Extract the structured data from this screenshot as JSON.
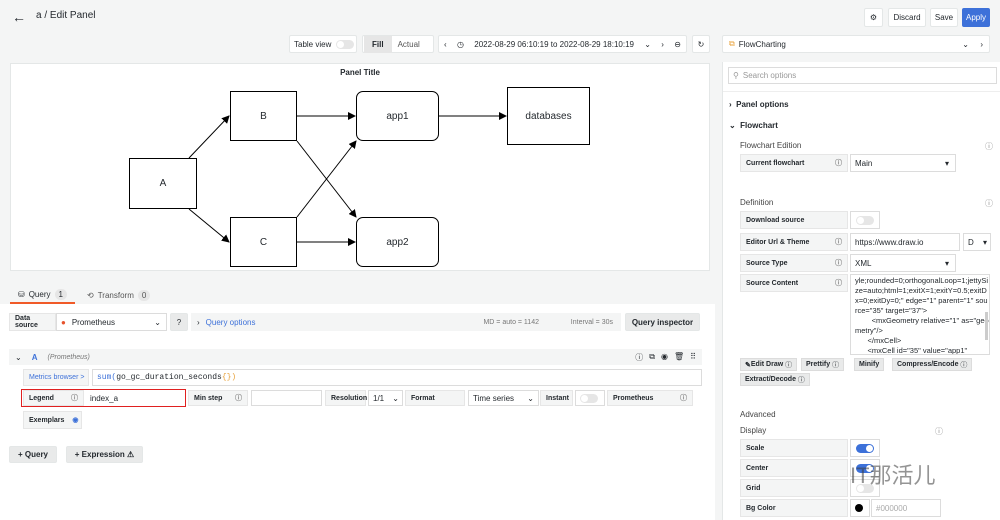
{
  "header": {
    "title": "a / Edit Panel",
    "discard": "Discard",
    "save": "Save",
    "apply": "Apply"
  },
  "toolbar": {
    "table_view": "Table view",
    "fill": "Fill",
    "actual": "Actual",
    "time_range": "2022-08-29 06:10:19 to 2022-08-29 18:10:19",
    "visualization": "FlowCharting"
  },
  "panel": {
    "title": "Panel Title",
    "nodes": {
      "a": "A",
      "b": "B",
      "c": "C",
      "app1": "app1",
      "app2": "app2",
      "databases": "databases"
    }
  },
  "tabs": [
    {
      "label": "Query",
      "count": "1"
    },
    {
      "label": "Transform",
      "count": "0"
    }
  ],
  "query": {
    "data_source_label": "Data source",
    "data_source": "Prometheus",
    "query_options": "Query options",
    "md": "MD = auto = 1142",
    "interval": "Interval = 30s",
    "inspector": "Query inspector",
    "row_label": "A",
    "row_source": "(Prometheus)",
    "metrics_browser": "Metrics browser >",
    "expr_fn": "sum(",
    "expr_metric": "go_gc_duration_seconds",
    "expr_end": "{})",
    "legend_label": "Legend",
    "legend_value": "index_a",
    "min_step": "Min step",
    "resolution": "Resolution",
    "resolution_value": "1/1",
    "format": "Format",
    "format_value": "Time series",
    "instant": "Instant",
    "prometheus": "Prometheus",
    "exemplars": "Exemplars",
    "add_query": "+ Query",
    "add_expression": "+ Expression ⚠"
  },
  "options": {
    "search_placeholder": "Search options",
    "panel_options": "Panel options",
    "flowchart": "Flowchart",
    "edition": "Flowchart Edition",
    "current_flowchart": "Current flowchart",
    "current_value": "Main",
    "definition": "Definition",
    "download_source": "Download source",
    "editor_url": "Editor Url & Theme",
    "editor_url_value": "https://www.draw.io",
    "theme_value": "D",
    "source_type": "Source Type",
    "source_type_value": "XML",
    "source_content": "Source Content",
    "source_text": "yle;rounded=0;orthogonalLoop=1;jettySize=auto;html=1;exitX=1;exitY=0.5;exitDx=0;exitDy=0;\" edge=\"1\" parent=\"1\" source=\"35\" target=\"37\">\n        <mxGeometry relative=\"1\" as=\"geometry\"/>\n      </mxCell>\n      <mxCell id=\"35\" value=\"app1\"",
    "edit_draw": "Edit Draw",
    "prettify": "Prettify",
    "minify": "Minify",
    "compress": "Compress/Encode",
    "extract": "Extract/Decode",
    "advanced": "Advanced",
    "display": "Display",
    "scale": "Scale",
    "scale_on": true,
    "center": "Center",
    "center_on": true,
    "grid": "Grid",
    "grid_on": false,
    "bg_color": "Bg Color",
    "bg_color_value": "#000000"
  },
  "watermark": "IT那活儿",
  "colors": {
    "accent": "#3d71d9",
    "tab_underline": "#f05a28",
    "legend_highlight": "#e02020"
  }
}
